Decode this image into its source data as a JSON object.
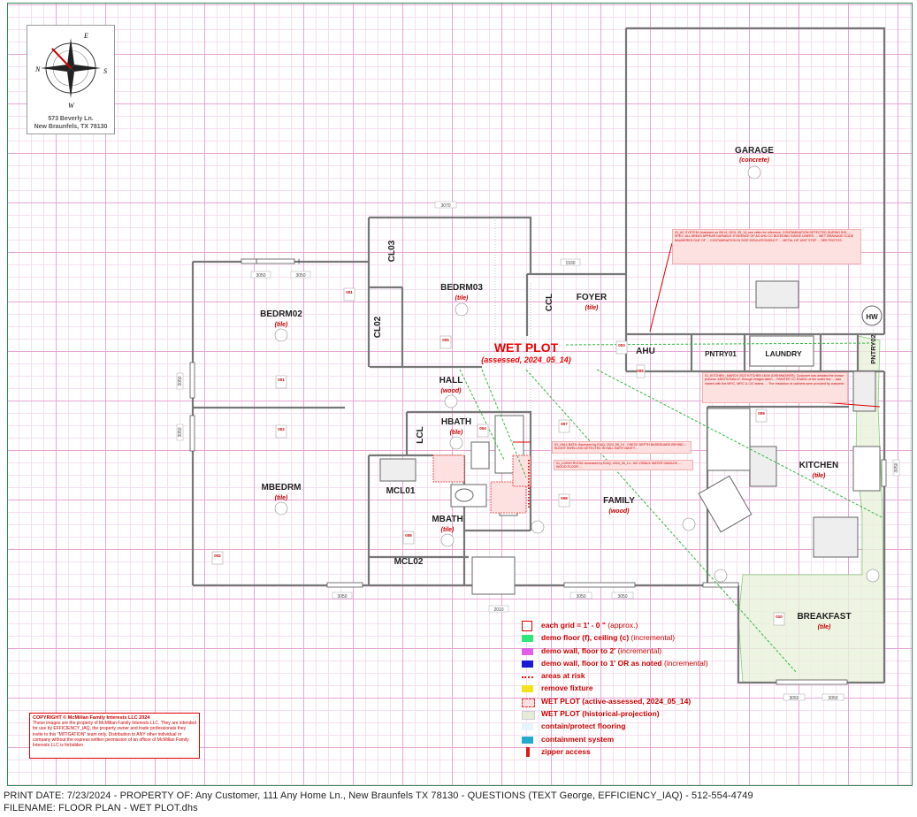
{
  "compass": {
    "address_line1": "573 Beverly Ln.",
    "address_line2": "New Braunfels, TX 78130",
    "dir_n": "N",
    "dir_e": "E",
    "dir_s": "S",
    "dir_w": "W"
  },
  "rooms": {
    "garage": {
      "name": "GARAGE",
      "material": "(concrete)"
    },
    "bedrm03": {
      "name": "BEDRM03",
      "material": "(tile)"
    },
    "bedrm02": {
      "name": "BEDRM02",
      "material": "(tile)"
    },
    "foyer": {
      "name": "FOYER",
      "material": "(tile)"
    },
    "hall": {
      "name": "HALL",
      "material": "(wood)"
    },
    "hbath": {
      "name": "HBATH",
      "material": "(tile)"
    },
    "mbedrm": {
      "name": "MBEDRM",
      "material": "(tile)"
    },
    "mbath": {
      "name": "MBATH",
      "material": "(tile)"
    },
    "family": {
      "name": "FAMILY",
      "material": "(wood)"
    },
    "kitchen": {
      "name": "KITCHEN",
      "material": "(tile)"
    },
    "breakfast": {
      "name": "BREAKFAST",
      "material": "(tile)"
    },
    "laundry": {
      "name": "LAUNDRY"
    },
    "pntry01": {
      "name": "PNTRY01"
    },
    "pntry02": {
      "name": "PNTRY02"
    },
    "ahu": {
      "name": "AHU"
    },
    "hw": {
      "name": "HW"
    },
    "cl03": {
      "name": "CL03"
    },
    "cl02": {
      "name": "CL02"
    },
    "ccl": {
      "name": "CCL"
    },
    "lcl": {
      "name": "LCL"
    },
    "mcl01": {
      "name": "MCL01"
    },
    "mcl02": {
      "name": "MCL02"
    }
  },
  "wet_plot": {
    "title": "WET PLOT",
    "subtitle": "(assessed, 2024_05_14)"
  },
  "openings": [
    "3070",
    "3050",
    "3050",
    "1930",
    "3050",
    "3050",
    "3050",
    "3050",
    "3050",
    "3050",
    "3050",
    "3050",
    "2010",
    "3050"
  ],
  "markers": [
    "001",
    "001",
    "002",
    "002",
    "003",
    "004",
    "005",
    "006",
    "007",
    "008",
    "009",
    "010",
    "005"
  ],
  "notes": {
    "ac_system": "01_AC SYSTEM: Assessed on 05/14, 2024_05_14, see video for reference. CONTAMINATION DETECTED DURING INS, ... SPEC: ALL AREAS APPEAR DURABLE. EVIDENCE OF AC AHU CC BLEEDING INSIDE LINERS. ... WET DRAINAGE CODE BAUMERED DUE OF ... CONTAMINATION IN SIDE INSULATION/DUCT. ... METAL HIT UNIT STEP ... SEE PHOTOS.",
    "kitchen_leak": "01_KITCHEN - MARCH 2022 KITCHEN LEAK (DISHWASHER). Customer has detailed the known process. ADDITIONALLY: through images taken ... PAINTER CC ENAVIL of the water line ... was shared with the MFIC, MFIC & CIC teams. ... The resolution of cabinets were provided by customer.",
    "hall_bath": "01_HALL BATH: Assessed by EIAQ, 2024_05_14 - CHECK DEPTH BASEBOARD BEHIND ... SLIGHT SWELLING DETECTED IN HALL BATH VANITY ...",
    "living_room": "01_LIVING ROOM: Assessed by EIAQ, 2024_05_14 - NO VISIBLE WATER DAMAGE ... WOOD FLOOR ..."
  },
  "legend": [
    {
      "label": "each grid = 1' - 0 \"",
      "suffix": " (approx.)",
      "color": "#ffffff"
    },
    {
      "label": "demo floor (f), ceiling (c)",
      "suffix": " (incremental)",
      "color": "#2ee87a"
    },
    {
      "label": "demo wall, floor to 2'",
      "suffix": " (incremental)",
      "color": "#e25de8"
    },
    {
      "label": "demo wall, floor to 1' OR as noted",
      "suffix": " (incremental)",
      "color": "#1a1ad8"
    },
    {
      "label": "areas at risk",
      "suffix": "",
      "color": "#e01818"
    },
    {
      "label": "remove fixture",
      "suffix": "",
      "color": "#f4e21a"
    },
    {
      "label": "WET PLOT (active-assessed, 2024_05_14)",
      "suffix": "",
      "color": "#fde0e0"
    },
    {
      "label": "WET PLOT (historical-projection)",
      "suffix": "",
      "color": "#e4ecd6"
    },
    {
      "label": "contain/protect flooring",
      "suffix": "",
      "color": "#e8f4fb"
    },
    {
      "label": "containment system",
      "suffix": "",
      "color": "#22aacc"
    },
    {
      "label": "zipper access",
      "suffix": "",
      "color": "#e01818"
    }
  ],
  "copyright": {
    "title": "COPYRIGHT © McMillan Family Interests LLC 2024",
    "body": "These images are the property of McMillan Family Interests LLC. They are intended for use by EFFICIENCY_IAQ, the property owner and trade professionals they invite to this \"MITIGATION\" team only. Distribution to ANY other individual or company without the express written permission of an officer of McMillan Family Interests LLC is forbidden"
  },
  "footer": {
    "line1": "PRINT DATE: 7/23/2024 - PROPERTY OF: Any Customer, 111 Any Home Ln., New Braunfels  TX 78130 - QUESTIONS (TEXT George, EFFICIENCY_IAQ) - 512-554-4749",
    "line2": "FILENAME: FLOOR PLAN - WET PLOT.dhs"
  }
}
